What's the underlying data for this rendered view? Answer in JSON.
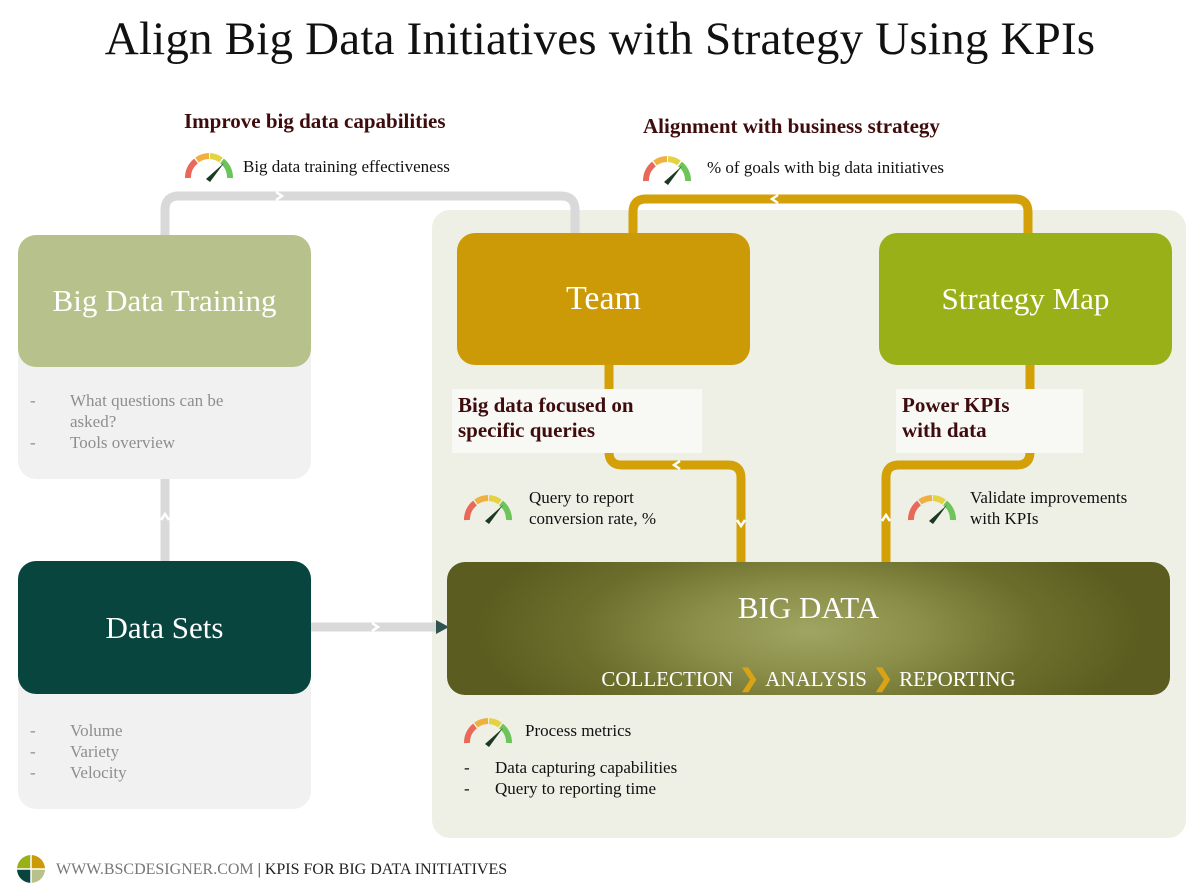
{
  "title": "Align Big Data Initiatives with Strategy Using KPIs",
  "labels": {
    "capabilities": "Improve big data capabilities",
    "alignment": "Alignment with business strategy",
    "queries_line1": "Big data focused on",
    "queries_line2": "specific queries",
    "powerkpis_line1": "Power KPIs",
    "powerkpis_line2": "with data"
  },
  "kpis": {
    "training_effectiveness": "Big data training effectiveness",
    "goals_pct": "% of goals with big data initiatives",
    "query_conversion_line1": "Query to report",
    "query_conversion_line2": "conversion rate, %",
    "validate_line1": "Validate improvements",
    "validate_line2": "with KPIs",
    "process_metrics": "Process metrics"
  },
  "boxes": {
    "training": "Big Data Training",
    "team": "Team",
    "strategy_map": "Strategy Map",
    "data_sets": "Data Sets"
  },
  "training_items": [
    "What questions can be asked?",
    "Tools overview"
  ],
  "dataset_items": [
    "Volume",
    "Variety",
    "Velocity"
  ],
  "process_items": [
    "Data capturing capabilities",
    "Query to reporting time"
  ],
  "big_data": {
    "title": "BIG DATA",
    "steps": [
      "COLLECTION",
      "ANALYSIS",
      "REPORTING"
    ]
  },
  "footer": {
    "site": "WWW.BSCDESIGNER.COM",
    "separator": "|",
    "tagline": "KPIS FOR BIG DATA INITIATIVES"
  },
  "colors": {
    "training": "#b7c18c",
    "team": "#cc9a06",
    "strategy_map": "#9ab019",
    "data_sets": "#08453f",
    "connector_gold": "#d4a008",
    "connector_gray": "#d9d9d9",
    "label_text": "#3e0c0c"
  },
  "icons": [
    "gauge-icon",
    "chevron-right-icon",
    "bscdesigner-logo-icon"
  ]
}
